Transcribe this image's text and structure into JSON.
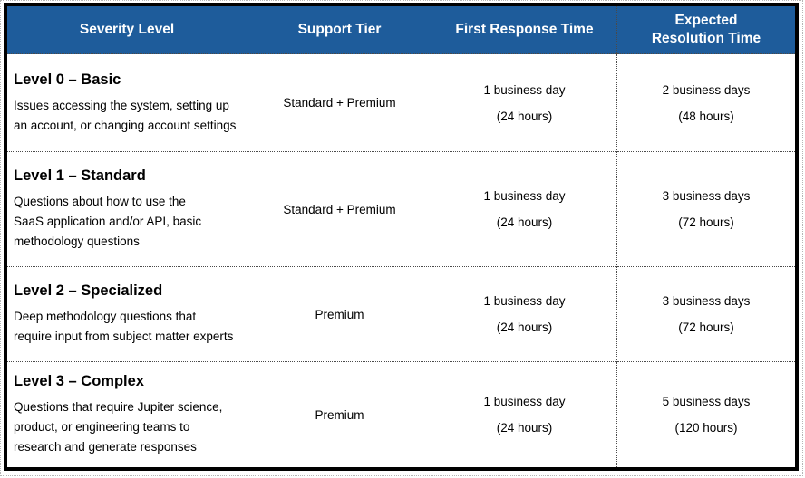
{
  "colors": {
    "header_bg": "#1E5C9B",
    "header_text": "#FFFFFF",
    "body_text": "#000000",
    "outer_border": "#000000",
    "grid_dots": "#4A4A4A",
    "page_edge_dots": "#B5B5B5"
  },
  "table": {
    "columns": [
      "Severity Level",
      "Support Tier",
      "First Response Time",
      "Expected\nResolution Time"
    ],
    "rows": [
      {
        "severity_title": "Level 0 – Basic",
        "severity_description": "Issues accessing the system, setting up\nan account, or changing account settings",
        "support_tier": "Standard + Premium",
        "first_response": [
          "1 business day",
          "(24 hours)"
        ],
        "expected_resolution": [
          "2 business days",
          "(48 hours)"
        ]
      },
      {
        "severity_title": "Level 1 – Standard",
        "severity_description": "Questions about how to use the\nSaaS application and/or API, basic\nmethodology questions",
        "support_tier": "Standard + Premium",
        "first_response": [
          "1 business day",
          "(24 hours)"
        ],
        "expected_resolution": [
          "3 business days",
          "(72 hours)"
        ]
      },
      {
        "severity_title": "Level 2 – Specialized",
        "severity_description": "Deep methodology questions that\nrequire input from subject matter experts",
        "support_tier": "Premium",
        "first_response": [
          "1 business day",
          "(24 hours)"
        ],
        "expected_resolution": [
          "3 business days",
          "(72 hours)"
        ]
      },
      {
        "severity_title": "Level 3 – Complex",
        "severity_description": "Questions that require Jupiter science,\nproduct, or engineering teams to\nresearch and generate responses",
        "support_tier": "Premium",
        "first_response": [
          "1 business day",
          "(24 hours)"
        ],
        "expected_resolution": [
          "5 business days",
          "(120 hours)"
        ]
      }
    ]
  }
}
